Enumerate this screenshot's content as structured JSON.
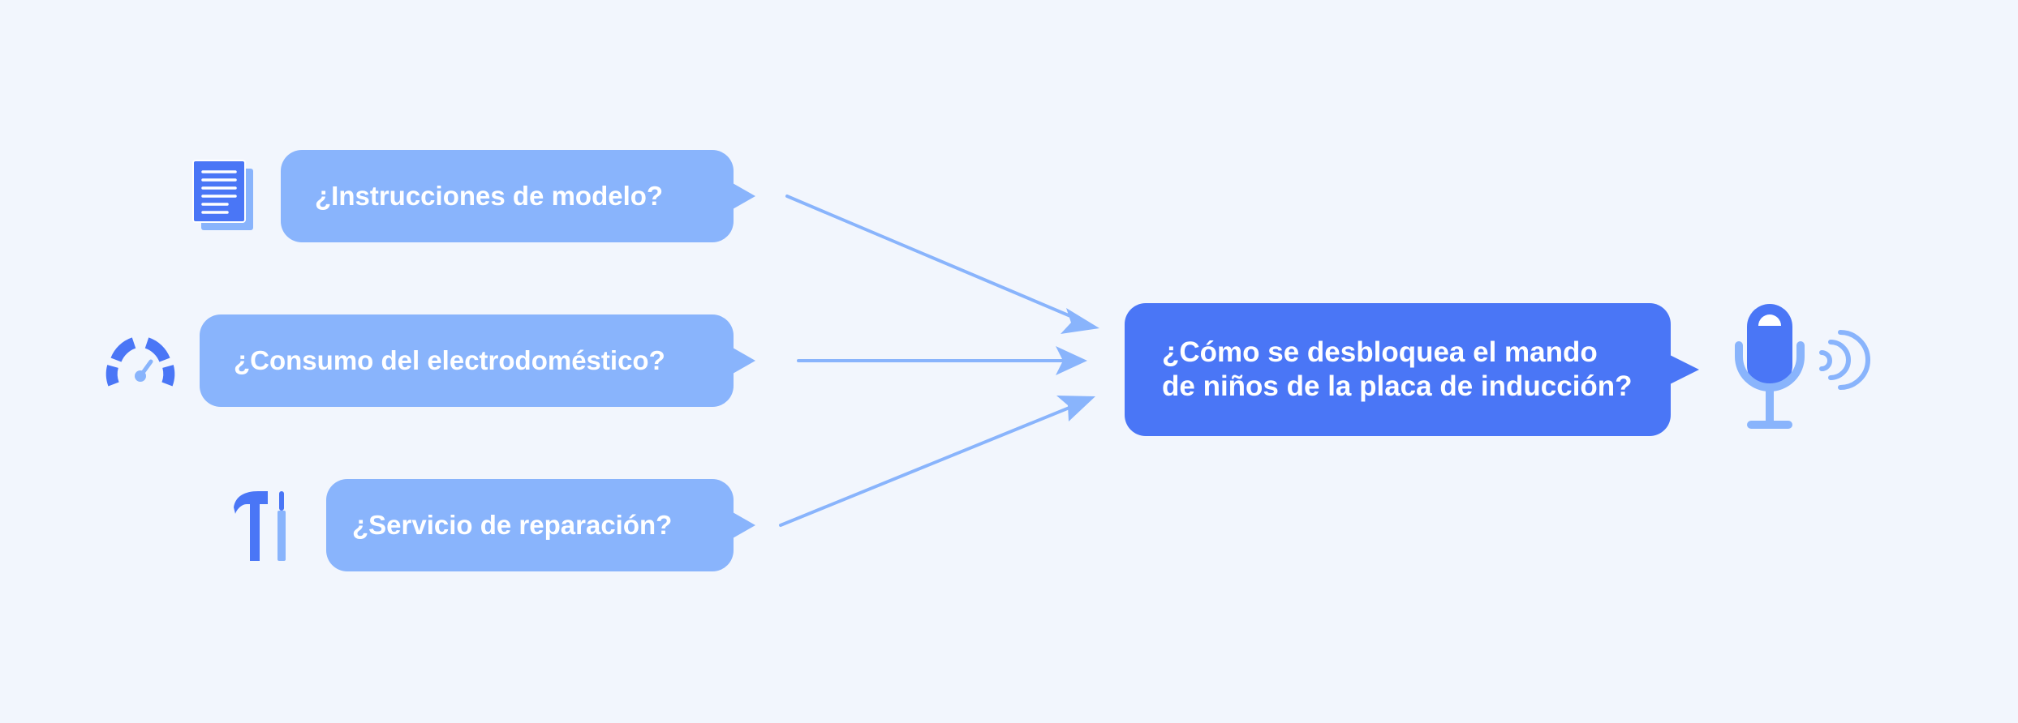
{
  "questions": [
    {
      "label": "¿Instrucciones de modelo?",
      "icon": "document-icon"
    },
    {
      "label": "¿Consumo del electrodoméstico?",
      "icon": "gauge-icon"
    },
    {
      "label": "¿Servicio de reparación?",
      "icon": "tools-icon"
    }
  ],
  "main_question": {
    "line1": "¿Cómo se desbloquea el mando",
    "line2": "de niños de la placa de inducción?",
    "icon": "microphone-icon"
  },
  "colors": {
    "background": "#f2f6fd",
    "light_blue": "#89b4fc",
    "accent_blue": "#4a76f6",
    "text": "#ffffff"
  }
}
